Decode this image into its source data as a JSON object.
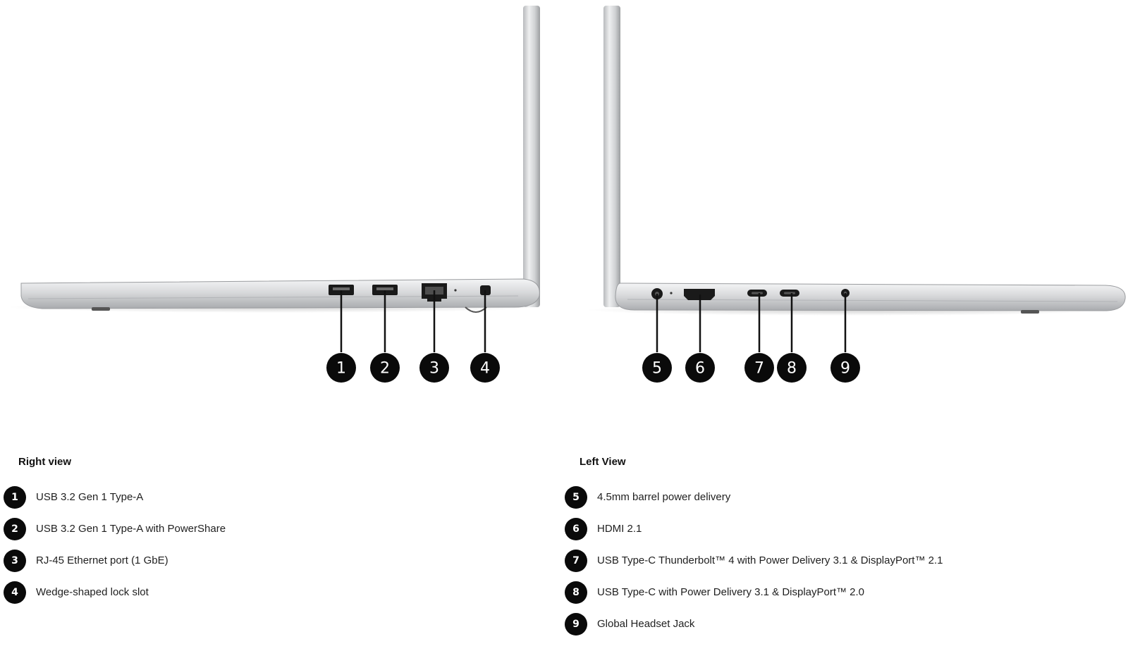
{
  "diagram": {
    "right_view": {
      "title": "Right view",
      "ports": [
        {
          "number": "1",
          "label": "USB 3.2 Gen 1 Type-A"
        },
        {
          "number": "2",
          "label": "USB 3.2 Gen 1 Type-A with PowerShare"
        },
        {
          "number": "3",
          "label": "RJ-45 Ethernet port (1 GbE)"
        },
        {
          "number": "4",
          "label": "Wedge-shaped lock slot"
        }
      ]
    },
    "left_view": {
      "title": "Left View",
      "ports": [
        {
          "number": "5",
          "label": "4.5mm barrel power delivery"
        },
        {
          "number": "6",
          "label": "HDMI 2.1"
        },
        {
          "number": "7",
          "label": "USB Type-C Thunderbolt™ 4 with Power Delivery 3.1 & DisplayPort™ 2.1"
        },
        {
          "number": "8",
          "label": "USB Type-C with Power Delivery 3.1 & DisplayPort™ 2.0"
        },
        {
          "number": "9",
          "label": "Global Headset Jack"
        }
      ]
    },
    "colors": {
      "badge": "#0a0a0a",
      "chassis": "#d9dadb",
      "port": "#1a1a1a"
    }
  }
}
